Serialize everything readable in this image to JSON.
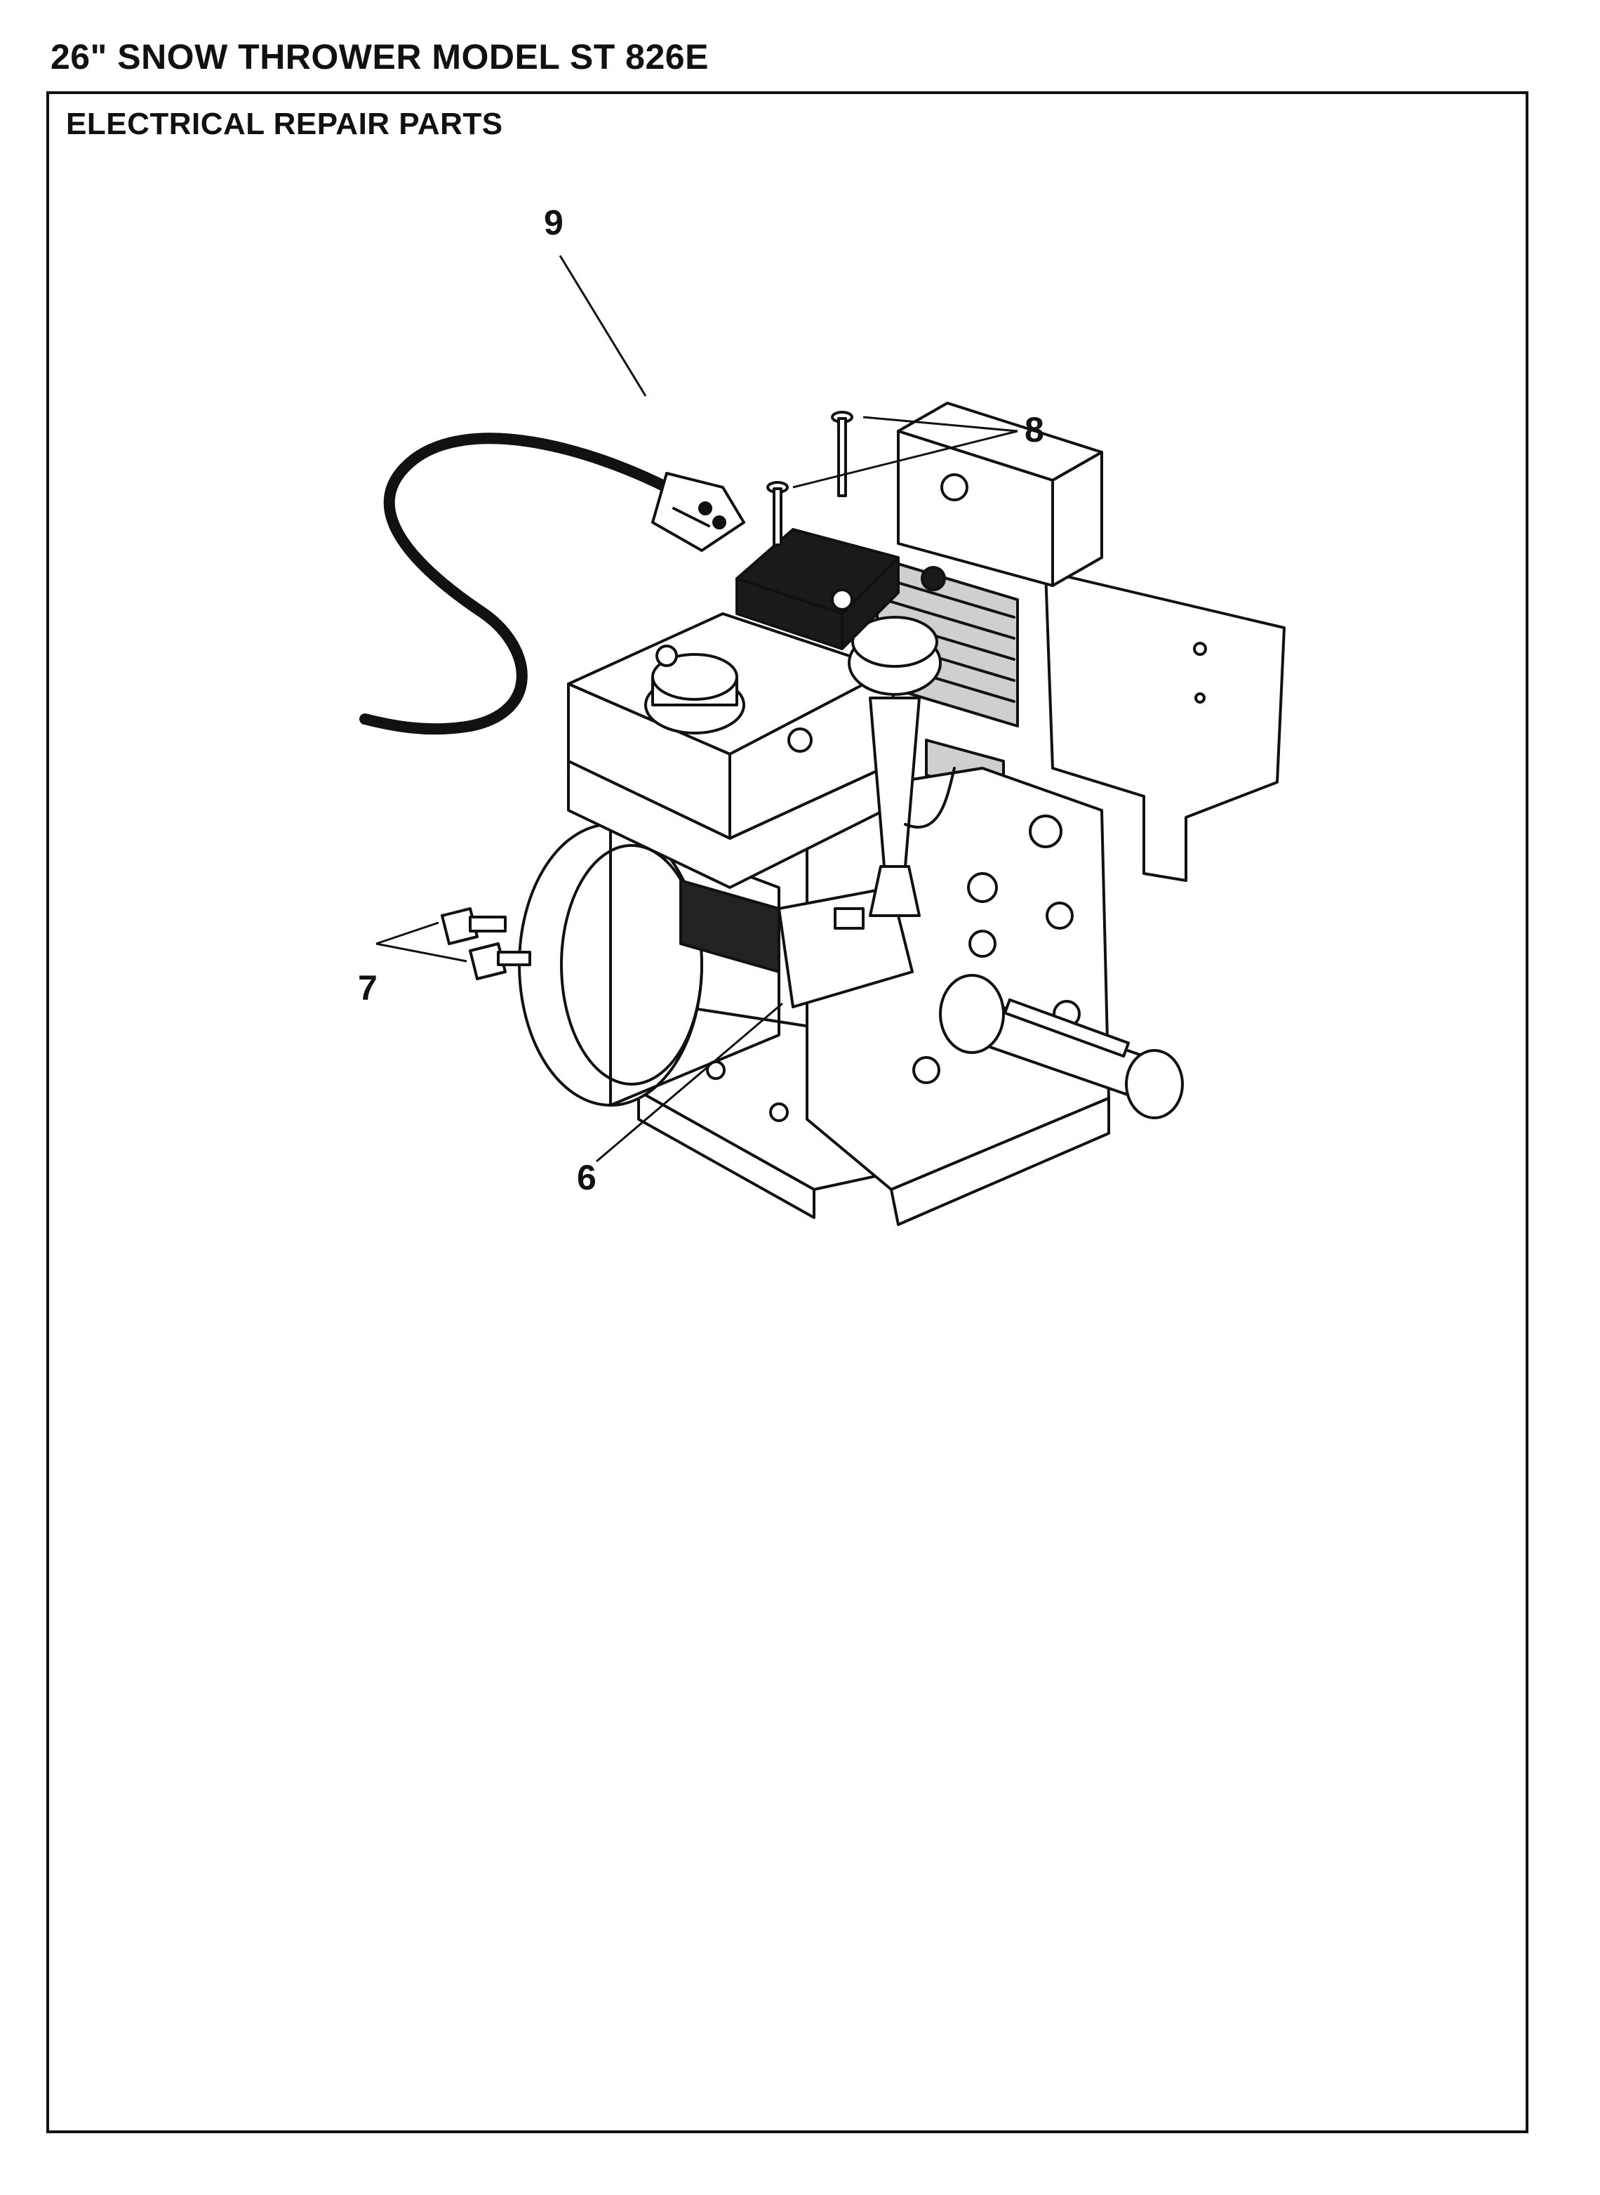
{
  "page": {
    "title": "26\" SNOW THROWER MODEL ST 826E"
  },
  "panel": {
    "title": "ELECTRICAL  REPAIR PARTS"
  },
  "callouts": [
    "9",
    "8",
    "7",
    "6"
  ],
  "colors": {
    "ink": "#111111",
    "paper": "#ffffff",
    "fin_fill": "#cfcfcf"
  }
}
